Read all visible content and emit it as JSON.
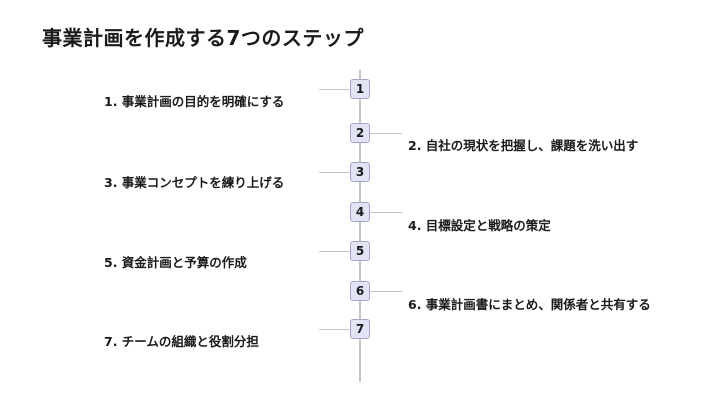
{
  "title": "事業計画を作成する7つのステップ",
  "steps": [
    {
      "number": "1",
      "label": "1. 事業計画の目的を明確にする",
      "side": "left"
    },
    {
      "number": "2",
      "label": "2. 自社の現状を把握し、課題を洗い出す",
      "side": "right"
    },
    {
      "number": "3",
      "label": "3. 事業コンセプトを練り上げる",
      "side": "left"
    },
    {
      "number": "4",
      "label": "4. 目標設定と戦略の策定",
      "side": "right"
    },
    {
      "number": "5",
      "label": "5. 資金計画と予算の作成",
      "side": "left"
    },
    {
      "number": "6",
      "label": "6. 事業計画書にまとめ、関係者と共有する",
      "side": "right"
    },
    {
      "number": "7",
      "label": "7. チームの組織と役割分担",
      "side": "left"
    }
  ],
  "colors": {
    "node_fill": "#e3e3f6",
    "node_border": "#a5a5c8",
    "axis": "#c4c4cc"
  }
}
